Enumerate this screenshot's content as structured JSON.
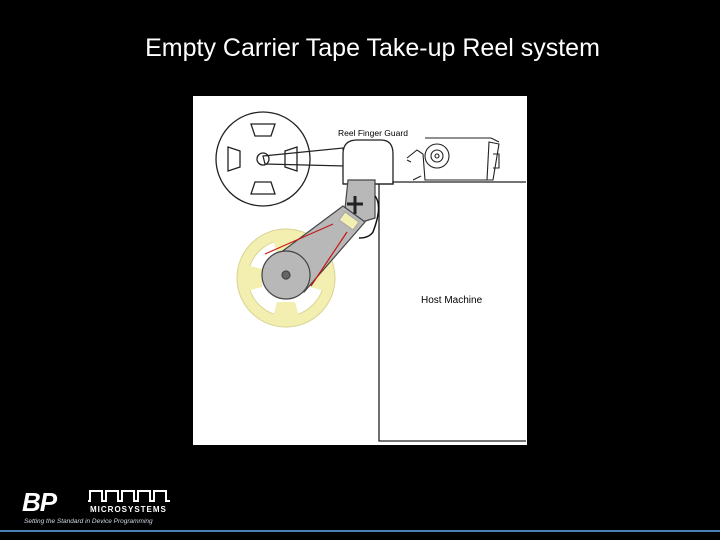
{
  "slide": {
    "title": "Empty Carrier Tape Take-up Reel system"
  },
  "diagram": {
    "label_guard": "Reel Finger Guard",
    "label_machine": "Host Machine",
    "colors": {
      "panel": "#ffffff",
      "take_up_reel": "#f3efb0",
      "arm": "#b8b8b8",
      "belt": "#c41818",
      "line": "#222222"
    }
  },
  "footer": {
    "logo_letters": "BP",
    "brand": "MICROSYSTEMS",
    "tagline": "Setting the Standard in Device Programming",
    "accent_color": "#4a7fb8"
  }
}
